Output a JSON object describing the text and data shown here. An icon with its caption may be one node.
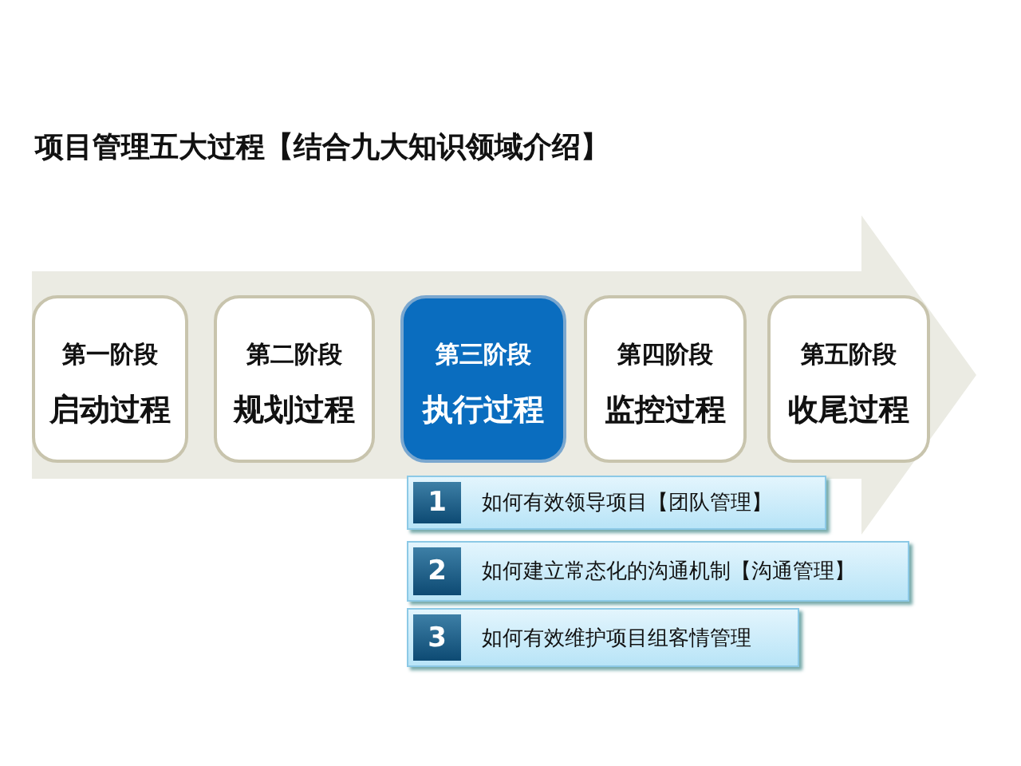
{
  "diagram": {
    "title": "项目管理五大过程【结合九大知识领域介绍】",
    "nodes": [
      {
        "text": [
          "第一阶段",
          "启动过程"
        ]
      },
      {
        "text": [
          "第二阶段",
          "规划过程"
        ]
      },
      {
        "text": [
          "第三阶段",
          "执行过程"
        ]
      },
      {
        "text": [
          "第四阶段",
          "监控过程"
        ]
      },
      {
        "text": [
          "第五阶段",
          "收尾过程"
        ]
      },
      {
        "text": [
          "1",
          "如何有效领导项目【团队管理】"
        ]
      },
      {
        "text": [
          "2",
          "如何建立常态化的沟通机制【沟通管理】"
        ]
      },
      {
        "text": [
          "3",
          "如何有效维护项目组客情管理"
        ]
      }
    ],
    "edges": []
  }
}
